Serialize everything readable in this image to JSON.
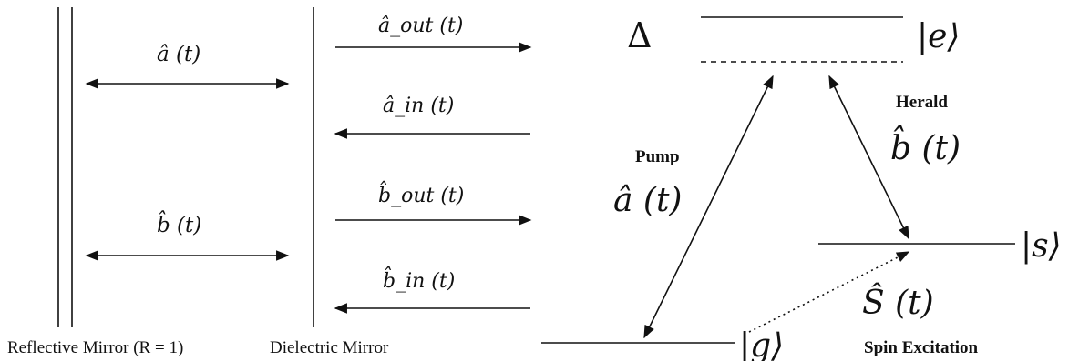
{
  "cavity": {
    "mirror_left_caption": "Reflective Mirror (R = 1)",
    "mirror_right_caption": "Dielectric Mirror",
    "internal_mode_a": "â (t)",
    "internal_mode_b": "b̂ (t)",
    "a_out": "â_out (t)",
    "a_in": "â_in (t)",
    "b_out": "b̂_out (t)",
    "b_in": "b̂_in (t)"
  },
  "levels": {
    "excited": "|e⟩",
    "storage": "|s⟩",
    "ground": "|g⟩",
    "detuning": "Δ"
  },
  "transitions": {
    "pump_title": "Pump",
    "pump_field": "â (t)",
    "herald_title": "Herald",
    "herald_field": "b̂ (t)",
    "spin_field": "Ŝ (t)",
    "spin_title": "Spin Excitation"
  }
}
